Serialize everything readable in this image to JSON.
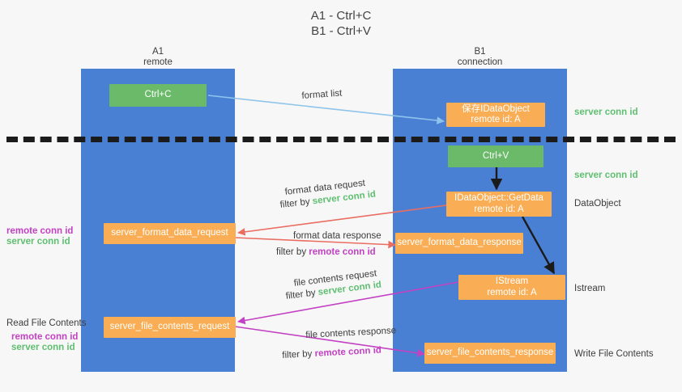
{
  "title": "A1 - Ctrl+C\nB1 - Ctrl+V",
  "lanes": [
    {
      "id": "a1",
      "title": "A1\nremote"
    },
    {
      "id": "b1",
      "title": "B1\nconnection"
    }
  ],
  "nodes": [
    {
      "id": "ctrl-c",
      "label": "Ctrl+C"
    },
    {
      "id": "save-idataobject",
      "label": "保存IDataObject\nremote id: A"
    },
    {
      "id": "ctrl-v",
      "label": "Ctrl+V"
    },
    {
      "id": "idataobject-getdata",
      "label": "IDataObject::GetData\nremote id: A"
    },
    {
      "id": "server-format-data-request",
      "label": "server_format_data_request"
    },
    {
      "id": "server-format-data-response",
      "label": "server_format_data_response"
    },
    {
      "id": "istream",
      "label": "IStream\nremote id: A"
    },
    {
      "id": "server-file-contents-request",
      "label": "server_file_contents_request"
    },
    {
      "id": "server-file-contents-response",
      "label": "server_file_contents_response"
    }
  ],
  "edge_labels": {
    "format_list": "format list",
    "format_data_request": "format data request",
    "format_data_response": "format data response",
    "file_contents_request": "file contents request",
    "file_contents_response": "file contents response",
    "filter_by": "filter by "
  },
  "filters": {
    "server_conn_id": "server conn id",
    "remote_conn_id": "remote conn id"
  },
  "side_labels": {
    "right_server_conn_id_top": "server conn id",
    "right_server_conn_id_mid": "server conn id",
    "right_dataobject": "DataObject",
    "right_istream": "Istream",
    "right_write_file_contents": "Write File Contents",
    "left_read_file_contents": "Read File Contents",
    "left_remote_conn_id": "remote conn id",
    "left_server_conn_id": "server conn id"
  },
  "colors": {
    "lane": "#4a80d4",
    "green_node": "#6aba6a",
    "orange_node": "#f9ad55",
    "green_text": "#5fbf71",
    "purple_text": "#c341c3",
    "arrow_blue": "#8ec4ea",
    "arrow_red": "#ea6d62",
    "arrow_black": "#1b1b1b",
    "arrow_magenta": "#c341c3",
    "background": "#f7f7f7"
  }
}
